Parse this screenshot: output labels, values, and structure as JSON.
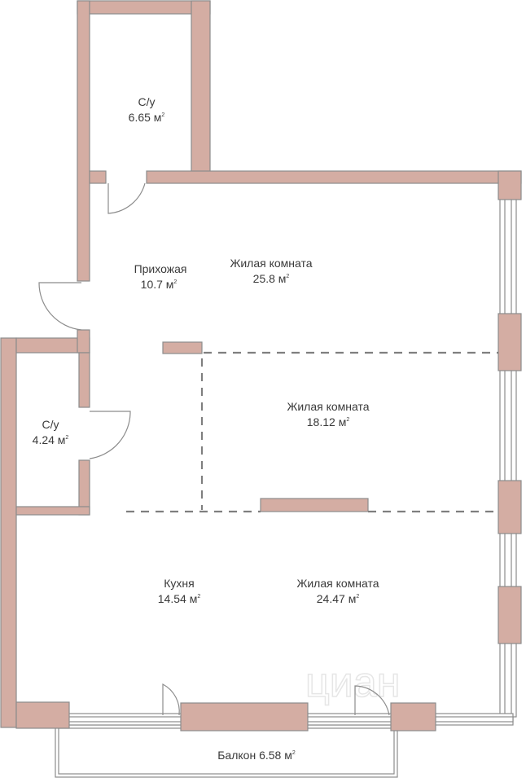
{
  "plan": {
    "unit": "м",
    "unit_sup": "2",
    "watermark": "циан",
    "rooms": [
      {
        "name": "С/у",
        "area": "6.65"
      },
      {
        "name": "Прихожая",
        "area": "10.7"
      },
      {
        "name": "Жилая комната",
        "area": "25.8"
      },
      {
        "name": "Жилая комната",
        "area": "18.12"
      },
      {
        "name": "С/у",
        "area": "4.24"
      },
      {
        "name": "Кухня",
        "area": "14.54"
      },
      {
        "name": "Жилая комната",
        "area": "24.47"
      },
      {
        "name": "Балкон",
        "area": "6.58"
      }
    ]
  }
}
